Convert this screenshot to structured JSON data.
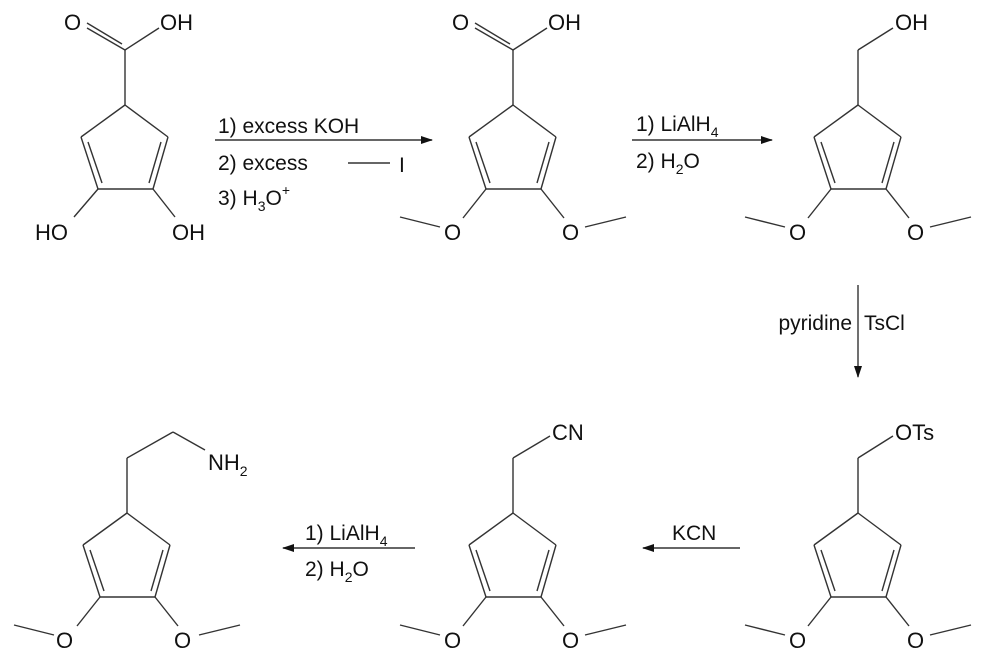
{
  "molecules": [
    {
      "name": "dihydroxy-cyclopentadiene-carboxylic-acid",
      "labels": {
        "carbonyl_o": "O",
        "acid_oh": "OH",
        "left": "HO",
        "right": "OH"
      }
    },
    {
      "name": "dimethoxy-cyclopentadiene-carboxylic-acid",
      "labels": {
        "carbonyl_o": "O",
        "acid_oh": "OH",
        "left": "O",
        "right": "O"
      }
    },
    {
      "name": "dimethoxy-cyclopentadienyl-methanol",
      "labels": {
        "top": "OH",
        "left": "O",
        "right": "O"
      }
    },
    {
      "name": "tosylate",
      "labels": {
        "top": "OTs",
        "left": "O",
        "right": "O"
      }
    },
    {
      "name": "nitrile",
      "labels": {
        "top": "CN",
        "left": "O",
        "right": "O"
      }
    },
    {
      "name": "amine",
      "labels": {
        "top_main": "NH",
        "top_sub": "2",
        "left": "O",
        "right": "O"
      }
    }
  ],
  "steps": [
    {
      "lines": [
        "1) excess KOH",
        "2) excess",
        "3) H",
        "3",
        "O",
        "+"
      ],
      "iodide": "I"
    },
    {
      "lines": [
        "1) LiAlH",
        "4",
        "2) H",
        "2",
        "O"
      ]
    },
    {
      "left": "pyridine",
      "right": "TsCl"
    },
    {
      "label": "KCN"
    },
    {
      "lines": [
        "1) LiAlH",
        "4",
        "2) H",
        "2",
        "O"
      ]
    }
  ]
}
